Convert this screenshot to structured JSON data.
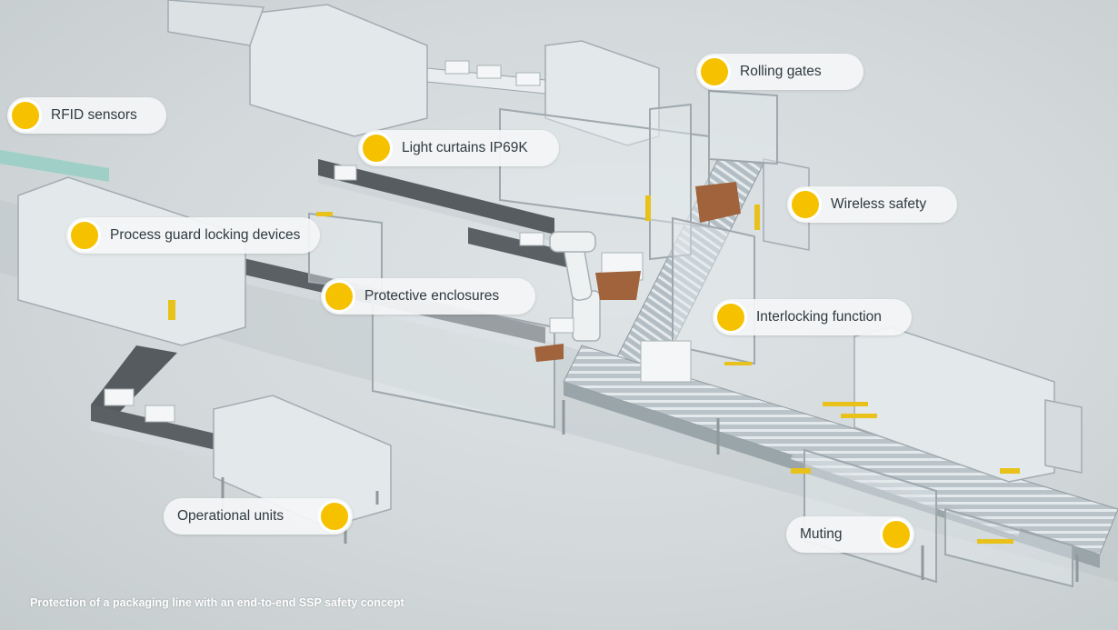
{
  "hotspots": [
    {
      "id": "rolling-gates",
      "label": "Rolling gates"
    },
    {
      "id": "rfid-sensors",
      "label": "RFID sensors"
    },
    {
      "id": "light-curtains",
      "label": "Light curtains IP69K"
    },
    {
      "id": "wireless-safety",
      "label": "Wireless safety"
    },
    {
      "id": "process-guard",
      "label": "Process guard locking devices"
    },
    {
      "id": "protective-enclosures",
      "label": "Protective enclosures"
    },
    {
      "id": "interlocking",
      "label": "Interlocking function"
    },
    {
      "id": "operational-units",
      "label": "Operational units"
    },
    {
      "id": "muting",
      "label": "Muting"
    }
  ],
  "caption": "Protection of a packaging line with an end-to-end SSP safety concept",
  "colors": {
    "marker": "#f6c200",
    "marker_ring": "#ffffff",
    "pill_bg": "#f4f5f6",
    "label_text": "#2f3a40",
    "accent_yellow": "#e8c21a"
  }
}
